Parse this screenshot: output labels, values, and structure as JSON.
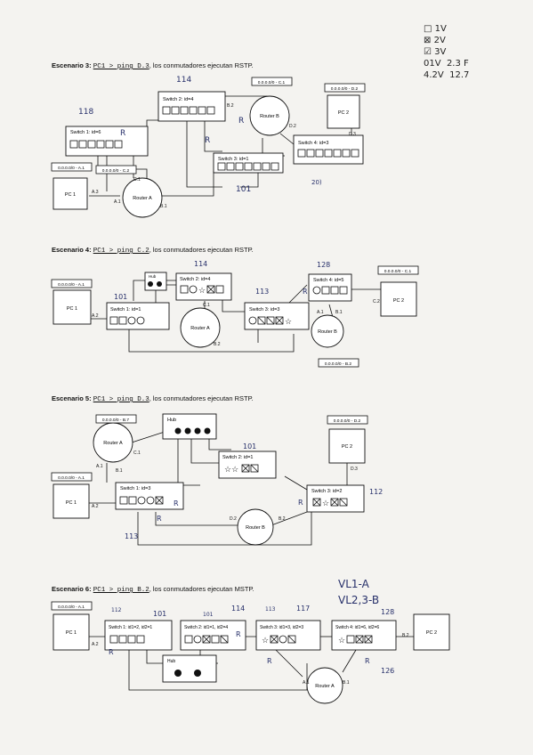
{
  "legend": {
    "items": [
      {
        "mark": "□",
        "text": "1V"
      },
      {
        "mark": "⊠",
        "text": "2V"
      },
      {
        "mark": "☑",
        "text": "3V"
      },
      {
        "mark": "",
        "text": "01V"
      },
      {
        "mark": "",
        "text": "4.2V"
      }
    ],
    "note_a": "2.3 F",
    "note_b": "12.7"
  },
  "scenario3": {
    "label": "Escenario 3:",
    "cmd": "PC1 > ping D.3",
    "rest": ", los conmutadores ejecutan RSTP.",
    "nodes": {
      "switch2": "Switch 2: id=4",
      "switch1": "Switch 1: id=6",
      "switch3": "Switch 3: id=1",
      "switch4": "Switch 4: id=3",
      "routerA": "Router A",
      "routerB": "Router B",
      "pc1": "PC 1",
      "pc2": "PC 2",
      "ip_c1": "0.0.0.0/0 - C.1",
      "ip_d2": "0.0.0.0/0 - D.2",
      "ip_a1": "0.0.0.0/0 - A.1",
      "ip_c2": "0.0.0.0/0 - C.2"
    },
    "ports": [
      "B.2",
      "D.2",
      "D.3",
      "C.1",
      "A.3",
      "A.1",
      "B.1"
    ],
    "notes": [
      "114",
      "118",
      "R",
      "R",
      "101",
      "R",
      "20)"
    ]
  },
  "scenario4": {
    "label": "Escenario 4:",
    "cmd": "PC1 > ping C.2",
    "rest": ", los conmutadores ejecutan RSTP.",
    "nodes": {
      "hub": "Hub",
      "switch2": "Switch 2: id=4",
      "switch1": "Switch 1: id=1",
      "switch3": "Switch 3: id=3",
      "switch4": "Switch 4: id=5",
      "routerA": "Router A",
      "routerB": "Router B",
      "pc1": "PC 1",
      "pc2": "PC 2",
      "ip_a1": "0.0.0.0/0 - A.1",
      "ip_c1": "0.0.0.0/0 - C.1",
      "ip_b2": "0.0.0.0/0 - B.2"
    },
    "ports": [
      "A.2",
      "C.1",
      "B.2",
      "A.1",
      "B.1",
      "C.2"
    ],
    "notes": [
      "114",
      "101",
      "113",
      "R",
      "128"
    ]
  },
  "scenario5": {
    "label": "Escenario 5:",
    "cmd": "PC1 > ping D.3",
    "rest": ", los conmutadores ejecutan RSTP.",
    "nodes": {
      "hub": "Hub",
      "routerA": "Router A",
      "routerB": "Router B",
      "switch2": "Switch 2: id=1",
      "switch1": "Switch 1: id=3",
      "switch3": "Switch 3: id=2",
      "pc1": "PC 1",
      "pc2": "PC 2",
      "ip_b7": "0.0.0.0/0 - B.7",
      "ip_a1": "0.0.0.0/0 - A.1",
      "ip_d2": "0.0.0.0/0 - D.2"
    },
    "ports": [
      "C.1",
      "A.1",
      "B.1",
      "A.2",
      "D.3",
      "D.2",
      "B.2"
    ],
    "notes": [
      "101",
      "R",
      "113",
      "112",
      "R",
      "R"
    ]
  },
  "scenario6": {
    "label": "Escenario 6:",
    "cmd": "PC1 > ping B.2",
    "rest": ", los conmutadores ejecutan MSTP.",
    "nodes": {
      "switch1": "Switch 1: id1=2, id2=1",
      "switch2": "Switch 2: id1=1, id2=4",
      "switch3": "Switch 3: id1=3, id2=3",
      "switch4": "Switch 4: id1=6, id2=6",
      "hub": "Hub",
      "routerA": "Router A",
      "pc1": "PC 1",
      "pc2": "PC 2",
      "ip_a1": "0.0.0.0/0 - A.1"
    },
    "ports": [
      "A.2",
      "A.1",
      "B.1",
      "B.2"
    ],
    "notes": [
      "VL1-A",
      "VL2,3-B",
      "112",
      "101",
      "101",
      "114",
      "113",
      "117",
      "128",
      "R",
      "R",
      "R",
      "R",
      "126"
    ]
  }
}
